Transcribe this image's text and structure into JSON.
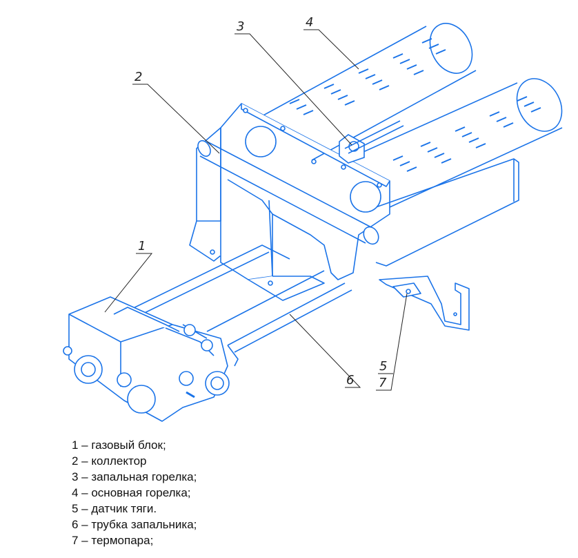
{
  "colors": {
    "drawing": "#1a73e8",
    "leader": "#222222",
    "text": "#111111"
  },
  "callouts": [
    "1",
    "2",
    "3",
    "4",
    "5",
    "7",
    "6"
  ],
  "legend": [
    "1 – газовый блок;",
    "2 – коллектор",
    "3 – запальная горелка;",
    "4 – основная горелка;",
    "5 – датчик тяги.",
    "6 – трубка запальника;",
    "7 – термопара;"
  ]
}
